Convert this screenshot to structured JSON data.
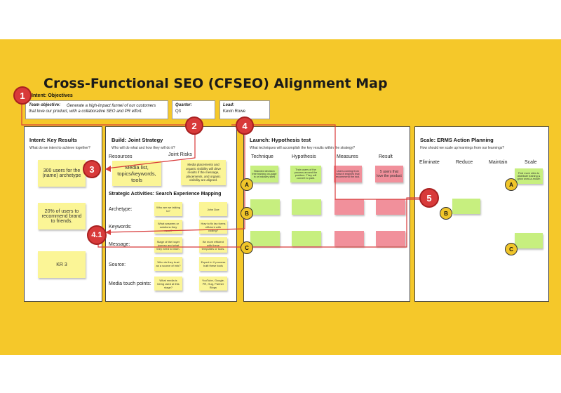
{
  "title": "Cross-Functional SEO (CFSEO) Alignment Map",
  "intent_objectives": {
    "label": "Intent: Objectives",
    "team_objective_label": "Team objective:",
    "team_objective_text_1": "Generate a high-impact funnel of our customers",
    "team_objective_text_2": "that love our product, with a collaborative SEO and PR effort.",
    "quarter_label": "Quarter:",
    "quarter_value": "Q3",
    "lead_label": "Lead:",
    "lead_value": "Kevin Rowe"
  },
  "key_results": {
    "title": "Intent: Key Results",
    "question": "What do we intent to achieve together?",
    "items": [
      "300 users for the (name) archetype",
      "20% of users to recommend brand to friends.",
      "KR 3"
    ]
  },
  "joint_strategy": {
    "title": "Build: Joint Strategy",
    "question": "Who will do what and how they will do it?",
    "resources_label": "Resources",
    "risks_label": "Joint Risks",
    "resources_note": "Media list, topics/keywords, tools",
    "risks_note": "Media placements and organic visibility will drive results if the message, placements, and organic visibility are aligned.",
    "strategic_title": "Strategic Activities: Search Experience Mapping",
    "rows": [
      {
        "label": "Archetype:",
        "q": "Who are we talking to?",
        "a": "John Doe"
      },
      {
        "label": "Keywords:",
        "q": "What answers or solutions they need?",
        "a": "How to fix tax forms efficient with coding?"
      },
      {
        "label": "Message:",
        "q": "Stage of the buyer journey and what they need to learn.",
        "a": "Be more efficient with these templates or tools."
      },
      {
        "label": "Source:",
        "q": "Who do they trust as a source of info?",
        "a": "Expert in X process built these tools"
      },
      {
        "label": "Media touch points:",
        "q": "What media is being used at this stage?",
        "a": "YouTube, Google, PR, Hug, Partner Blogs"
      }
    ]
  },
  "launch": {
    "title": "Launch: Hypothesis test",
    "question": "What techniques will accomplish the key results within the strategy?",
    "columns": [
      "Technique",
      "Hypothesis",
      "Measures",
      "Result"
    ],
    "row1": [
      "Branded decision tree training on-page in or industry sites",
      "Train users of the process around the problem. They will convert to paid.",
      "Users coming from search engines that recommend the tool.",
      "5 users that love the product"
    ]
  },
  "scale": {
    "title": "Scale: ERMS Action Planning",
    "question": "How should we scale up learnings from our learnings?",
    "columns": [
      "Eliminate",
      "Reduce",
      "Maintain",
      "Scale"
    ],
    "scale_note": "Find more sites to distribute training & grow word-a-mouth"
  },
  "markers": {
    "n1": "1",
    "n2": "2",
    "n3": "3",
    "n4": "4",
    "n41": "4.1",
    "n5": "5",
    "a": "A",
    "b": "B",
    "c": "C"
  },
  "colors": {
    "board": "#f5c82a",
    "marker_red": "#d83a3a",
    "sticky_yellow": "#fbf596",
    "sticky_green": "#c7ef7f",
    "sticky_pink": "#f1909b"
  }
}
